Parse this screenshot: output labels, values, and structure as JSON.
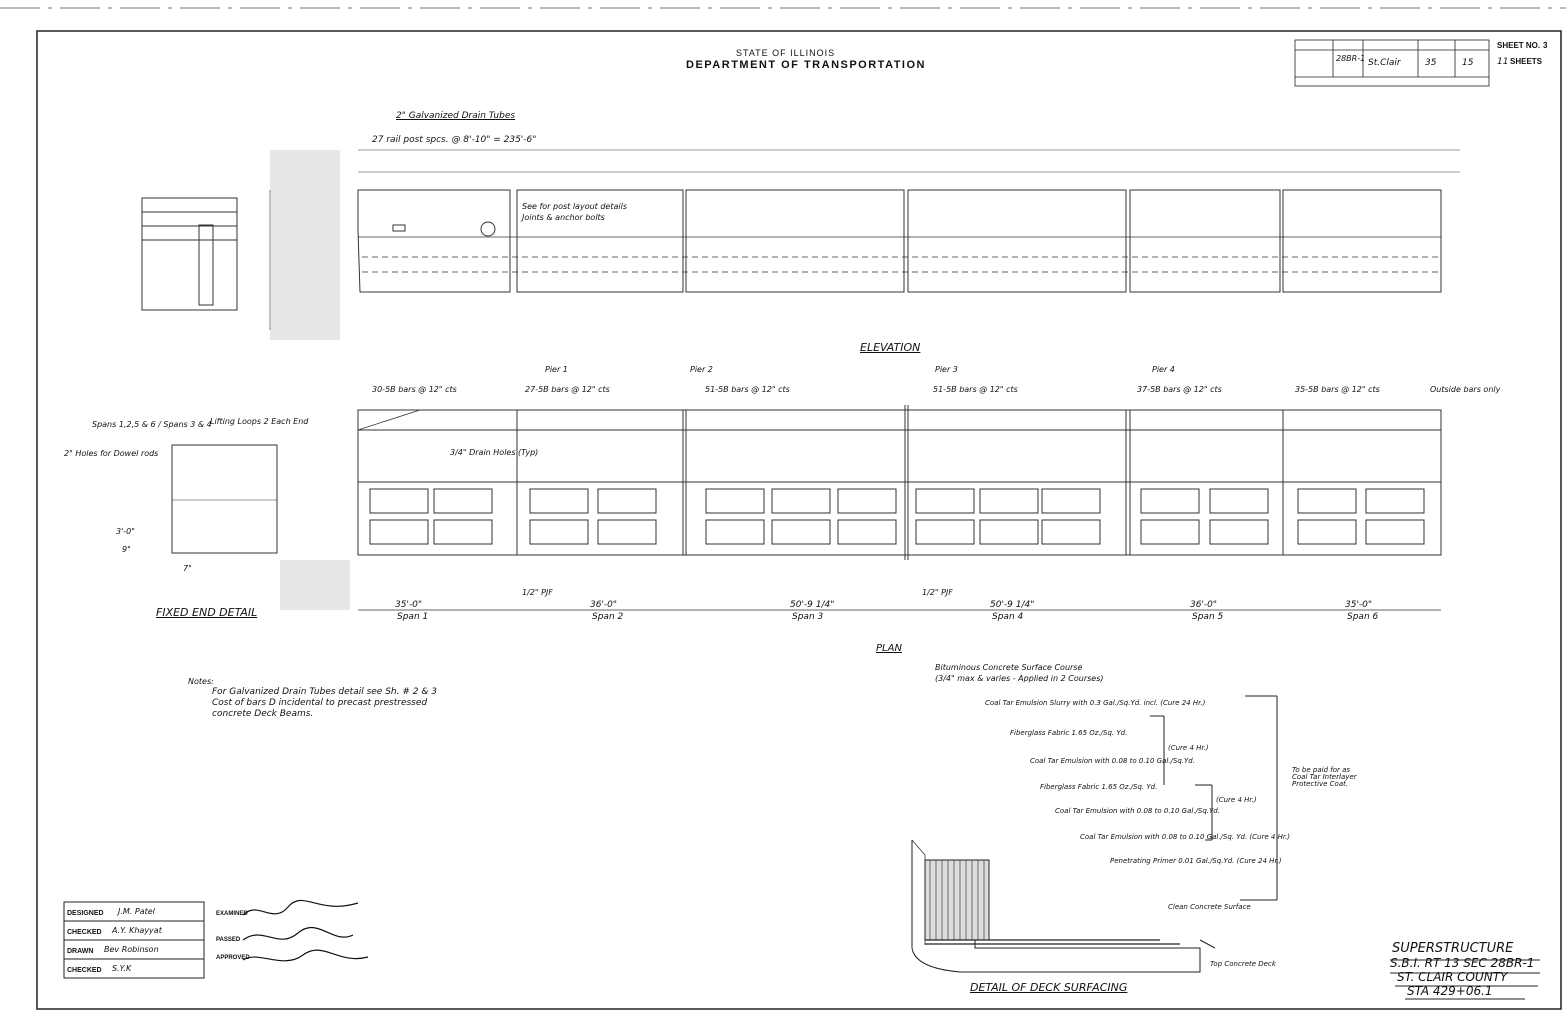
{
  "header": {
    "state": "STATE OF ILLINOIS",
    "department": "DEPARTMENT OF TRANSPORTATION",
    "sheet_no_label": "SHEET NO.",
    "sheet_no": "3",
    "sheets_total": "11",
    "sheets_label": "SHEETS",
    "county": "St.Clair",
    "total_sheets": "35",
    "sheet_in_set": "15",
    "section": "28BR-1"
  },
  "elevation": {
    "title": "ELEVATION",
    "post_spacing_note": "27 rail post spcs. @ 8'-10\" = 235'-6\"",
    "drain_note": "2\" Galvanized Drain Tubes",
    "bottom_note_1": "See for post layout details",
    "bottom_note_2": "Joints & anchor bolts"
  },
  "end_detail": {
    "title": "FIXED END DETAIL",
    "spans_note": "Spans 1,2,5 & 6 / Spans 3 & 4",
    "lifting": "Lifting Loops 2 Each End",
    "holes": "2\" Holes for Dowel rods",
    "dim1": "3'-0\"",
    "dim2": "9\"",
    "dim3": "7\""
  },
  "plan": {
    "title": "PLAN",
    "piers": [
      "Pier 1",
      "Pier 2",
      "Pier 3",
      "Pier 4"
    ],
    "bars": [
      "30-5B bars @ 12\" cts",
      "27-5B bars @ 12\" cts",
      "51-5B bars @ 12\" cts",
      "51-5B bars @ 12\" cts",
      "37-5B bars @ 12\" cts",
      "35-5B bars @ 12\" cts",
      "Outside bars only"
    ],
    "drain_holes": "3/4\" Drain Holes (Typ)",
    "pjf": "1/2\" PJF",
    "spans": [
      {
        "length": "35'-0\"",
        "label": "Span 1"
      },
      {
        "length": "36'-0\"",
        "label": "Span 2"
      },
      {
        "length": "50'-9 1/4\"",
        "label": "Span 3"
      },
      {
        "length": "50'-9 1/4\"",
        "label": "Span 4"
      },
      {
        "length": "36'-0\"",
        "label": "Span 5"
      },
      {
        "length": "35'-0\"",
        "label": "Span 6"
      }
    ]
  },
  "notes": {
    "label": "Notes:",
    "line1": "For Galvanized Drain Tubes detail see Sh. # 2 & 3",
    "line2": "Cost of bars D incidental to precast prestressed",
    "line3": "concrete Deck Beams."
  },
  "deck_surfacing": {
    "title": "DETAIL OF DECK SURFACING",
    "top_note_1": "Bituminous Concrete Surface Course",
    "top_note_2": "(3/4\" max & varies - Applied in 2 Courses)",
    "layers": [
      "Coal Tar Emulsion Slurry with 0.3 Gal./Sq.Yd. incl. (Cure 24 Hr.)",
      "Fiberglass Fabric 1.65 Oz./Sq. Yd.",
      "Coal Tar Emulsion with 0.08 to 0.10 Gal./Sq.Yd.",
      "Fiberglass Fabric 1.65 Oz./Sq. Yd.",
      "Coal Tar Emulsion with 0.08 to 0.10 Gal./Sq.Yd.",
      "Coal Tar Emulsion with 0.08 to 0.10 Gal./Sq. Yd. (Cure 4 Hr.)",
      "Penetrating Primer 0.01 Gal./Sq.Yd. (Cure 24 Hr.)"
    ],
    "cure_4": "(Cure 4 Hr.)",
    "paid_note": "To be paid for as Coal Tar Interlayer Protective Coat.",
    "clean": "Clean Concrete Surface",
    "top_deck": "Top Concrete Deck"
  },
  "title_block": {
    "line1": "SUPERSTRUCTURE",
    "line2": "S.B.I. RT 13 SEC 28BR-1",
    "line3": "ST. CLAIR COUNTY",
    "line4": "STA 429+06.1"
  },
  "signatures": {
    "designed_label": "DESIGNED",
    "designed": "J.M. Patel",
    "checked1_label": "CHECKED",
    "checked1": "A.Y. Khayyat",
    "drawn_label": "DRAWN",
    "drawn": "Bev Robinson",
    "checked2_label": "CHECKED",
    "checked2": "S.Y.K",
    "examined_label": "EXAMINED",
    "passed_label": "PASSED",
    "approved_label": "APPROVED"
  }
}
